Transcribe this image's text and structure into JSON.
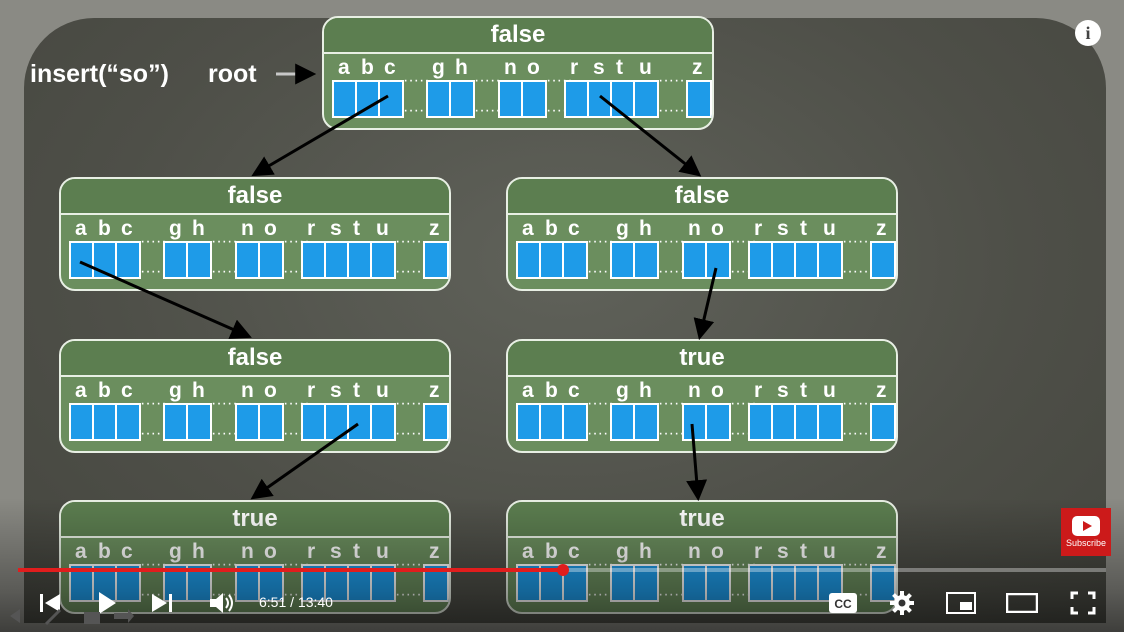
{
  "annotations": {
    "insert": "insert(“so”)",
    "root": "root"
  },
  "trie": {
    "root": {
      "value": "false"
    },
    "level1_left": {
      "value": "false"
    },
    "level1_right": {
      "value": "false"
    },
    "level2_left": {
      "value": "false"
    },
    "level2_right": {
      "value": "true"
    },
    "level3_left": {
      "value": "true"
    },
    "level3_right": {
      "value": "true"
    },
    "letters": [
      "a",
      "b",
      "c",
      "g",
      "h",
      "n",
      "o",
      "r",
      "s",
      "t",
      "u",
      "z"
    ]
  },
  "player": {
    "time_current": "6:51",
    "time_total": "13:40",
    "time_display": "6:51 / 13:40",
    "progress_fraction": 0.501,
    "subscribe_label": "Subscribe",
    "cc_label": "CC",
    "info_icon": "i",
    "accent_color": "#e11d1d"
  }
}
